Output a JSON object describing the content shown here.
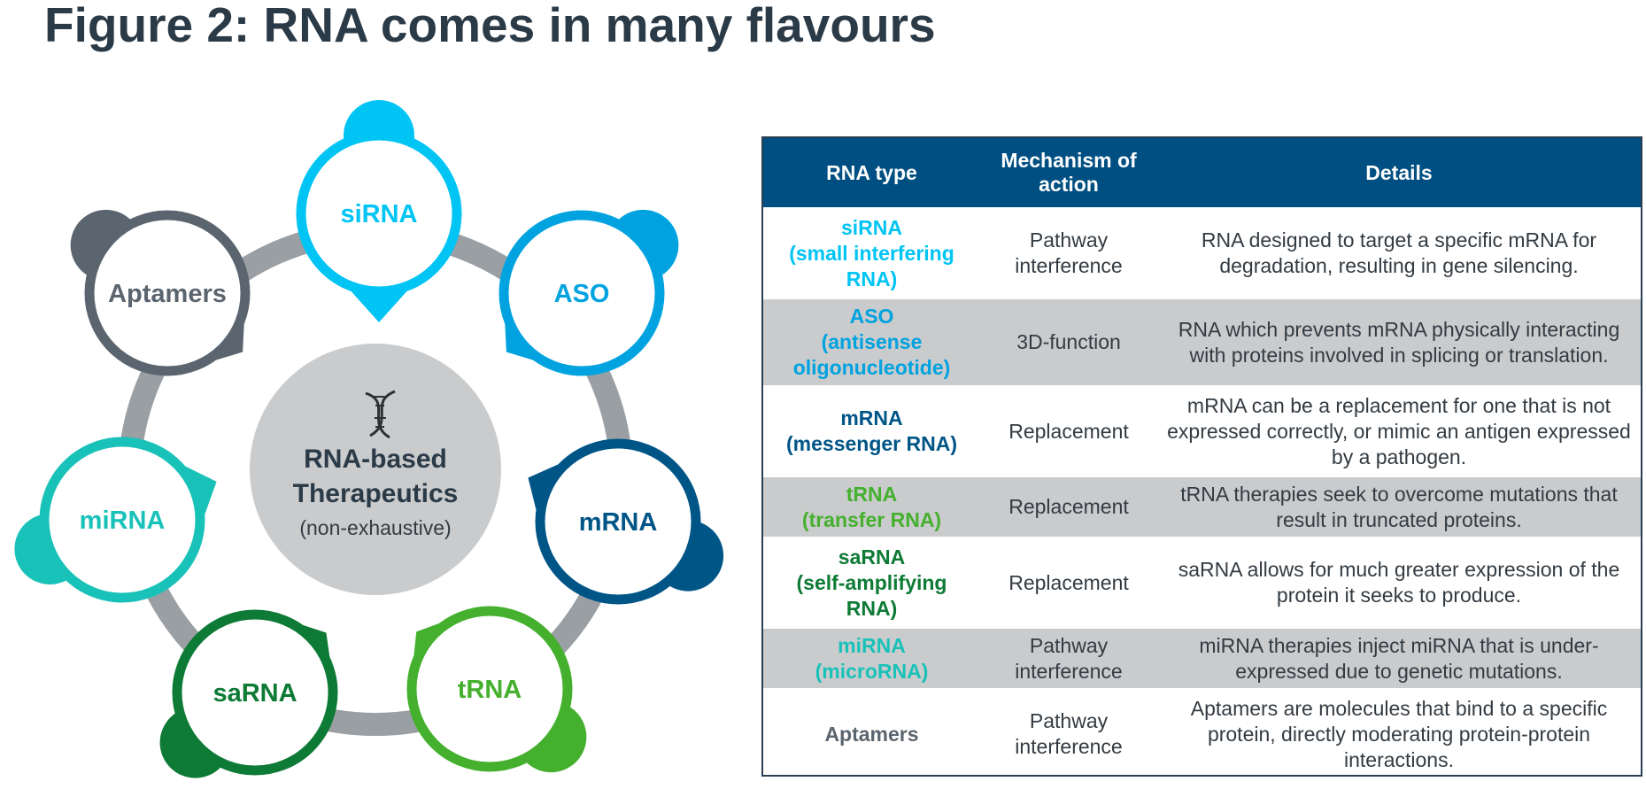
{
  "title": "Figure 2: RNA comes in many flavours",
  "center": {
    "line1": "RNA-based",
    "line2": "Therapeutics",
    "line3": "(non-exhaustive)"
  },
  "nodes": [
    {
      "label": "siRNA",
      "color": "#00c4f4",
      "icon": "speech-bubble-node"
    },
    {
      "label": "ASO",
      "color": "#00a3e0",
      "icon": "speech-bubble-node"
    },
    {
      "label": "mRNA",
      "color": "#005587",
      "icon": "speech-bubble-node"
    },
    {
      "label": "tRNA",
      "color": "#44b02d",
      "icon": "speech-bubble-node"
    },
    {
      "label": "saRNA",
      "color": "#0d7a35",
      "icon": "speech-bubble-node"
    },
    {
      "label": "miRNA",
      "color": "#19c2b9",
      "icon": "speech-bubble-node"
    },
    {
      "label": "Aptamers",
      "color": "#5b656f",
      "icon": "speech-bubble-node"
    }
  ],
  "colors": {
    "ring": "#9a9fa4",
    "center_fill": "#c9cbcd",
    "header": "#004f82",
    "alt_row": "#c9cbcd",
    "text": "#333b42",
    "dna_icon": "dna-helix-icon"
  },
  "table": {
    "headers": [
      "RNA type",
      "Mechanism of action",
      "Details"
    ],
    "rows": [
      {
        "name": "siRNA",
        "sub": "(small interfering RNA)",
        "color": "#00c4f4",
        "mechanism": "Pathway interference",
        "details": "RNA designed to target a specific mRNA for degradation, resulting in gene silencing."
      },
      {
        "name": "ASO",
        "sub": "(antisense oligonucleotide)",
        "color": "#00a3e0",
        "mechanism": "3D-function",
        "details": "RNA which prevents mRNA physically interacting with proteins involved in splicing or translation."
      },
      {
        "name": "mRNA",
        "sub": "(messenger RNA)",
        "color": "#005587",
        "mechanism": "Replacement",
        "details": "mRNA can be a replacement for one that is not expressed correctly, or mimic an antigen expressed by a pathogen."
      },
      {
        "name": "tRNA",
        "sub": "(transfer RNA)",
        "color": "#44b02d",
        "mechanism": "Replacement",
        "details": "tRNA therapies seek to overcome mutations that result in truncated proteins."
      },
      {
        "name": "saRNA",
        "sub": "(self-amplifying RNA)",
        "color": "#0d7a35",
        "mechanism": "Replacement",
        "details": "saRNA allows for much greater expression of the protein it seeks to produce."
      },
      {
        "name": "miRNA",
        "sub": "(microRNA)",
        "color": "#19c2b9",
        "mechanism": "Pathway interference",
        "details": "miRNA therapies inject miRNA that is under-expressed due to genetic mutations."
      },
      {
        "name": "Aptamers",
        "sub": "",
        "color": "#5b656f",
        "mechanism": "Pathway interference",
        "details": "Aptamers are molecules that bind to a specific protein, directly moderating protein-protein interactions."
      }
    ]
  }
}
